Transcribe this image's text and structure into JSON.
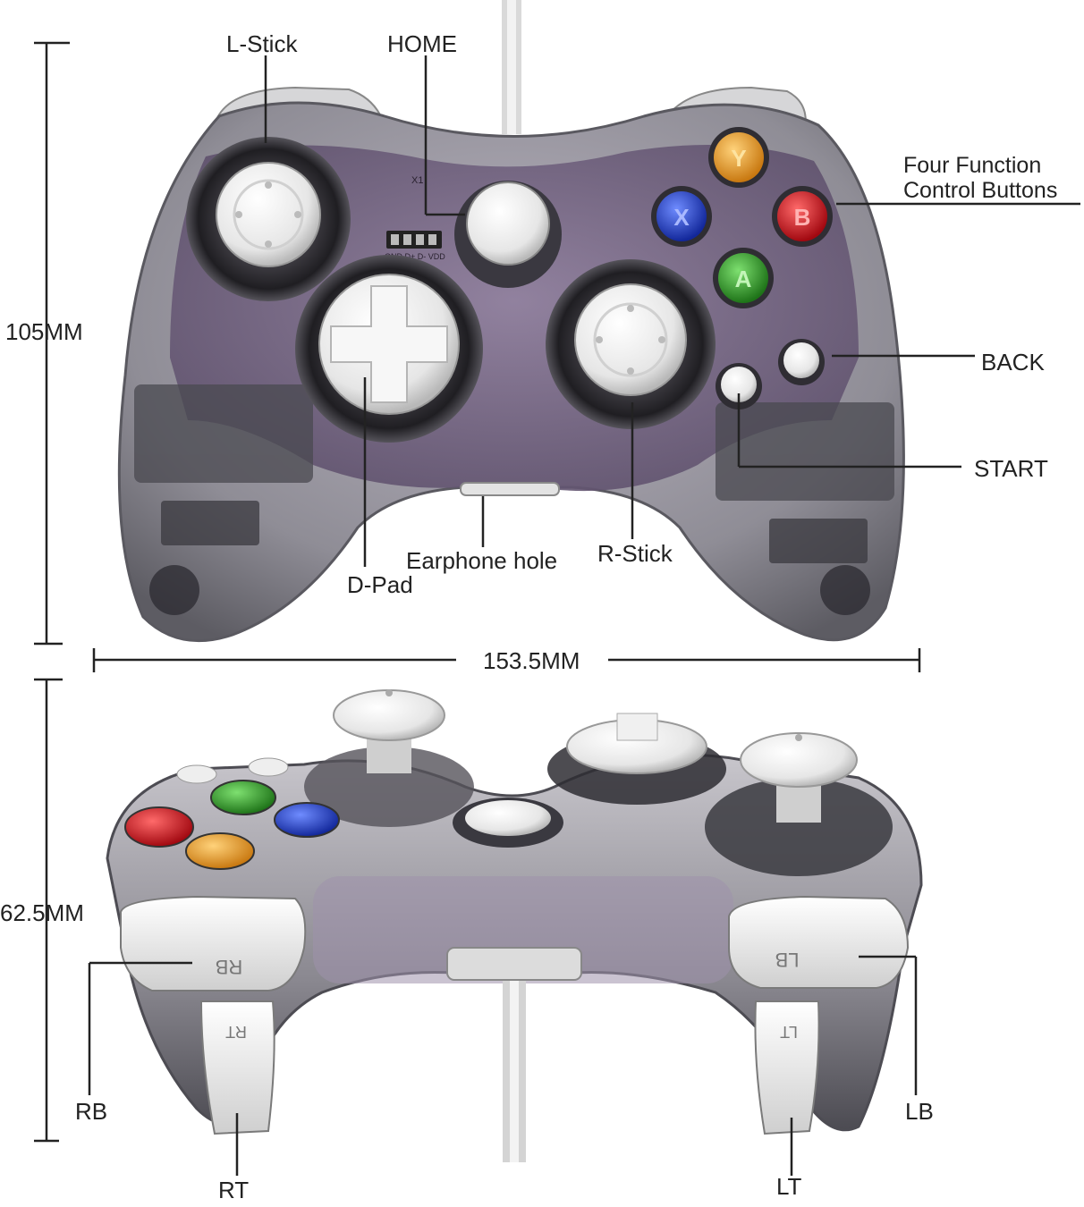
{
  "labels": {
    "l_stick": "L-Stick",
    "home": "HOME",
    "four_function_line1": "Four Function",
    "four_function_line2": "Control Buttons",
    "back": "BACK",
    "start": "START",
    "r_stick": "R-Stick",
    "earphone_hole": "Earphone hole",
    "d_pad": "D-Pad",
    "rb": "RB",
    "rt": "RT",
    "lb": "LB",
    "lt": "LT"
  },
  "dimensions": {
    "height_top": "105MM",
    "width": "153.5MM",
    "height_bottom": "62.5MM"
  },
  "face_buttons": {
    "y": {
      "letter": "Y",
      "color": "#e5961c"
    },
    "x": {
      "letter": "X",
      "color": "#1f3fc7"
    },
    "b": {
      "letter": "B",
      "color": "#d8141c"
    },
    "a": {
      "letter": "A",
      "color": "#2f9a28"
    }
  },
  "shoulder_text": {
    "rb_mark": "RB",
    "lb_mark": "LB",
    "rt_mark": "RT",
    "lt_mark": "LT"
  },
  "pcb_text": {
    "pins": "GND D+ D- VDD",
    "chip": "X1"
  },
  "colors": {
    "shell": "#8e8e95",
    "pcb": "#7a6a88",
    "stick_cap": "#efefef"
  }
}
